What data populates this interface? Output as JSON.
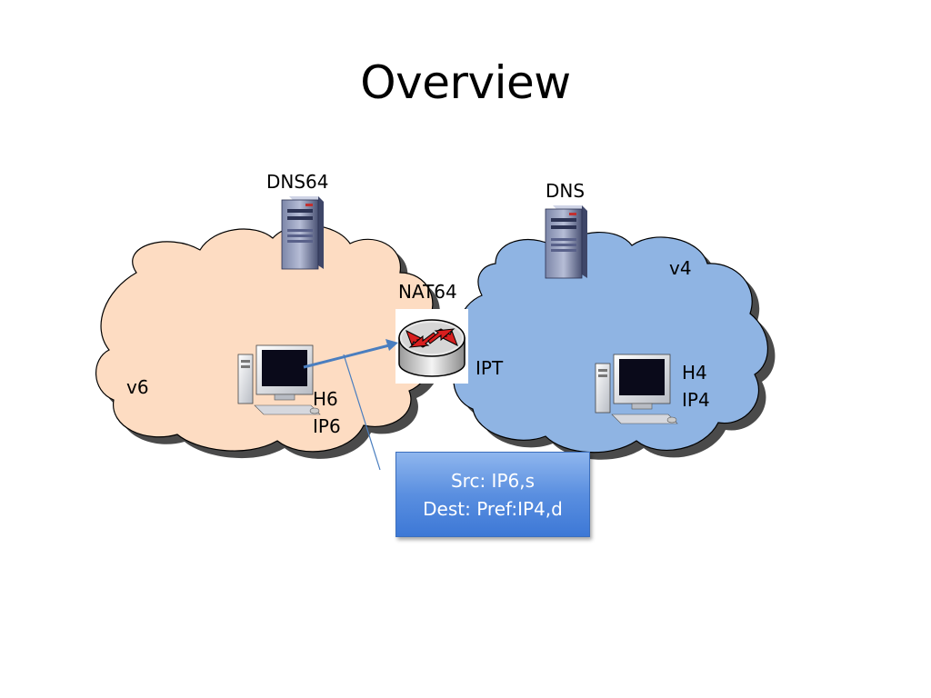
{
  "title": "Overview",
  "labels": {
    "dns64": "DNS64",
    "dns": "DNS",
    "nat64": "NAT64",
    "v4": "v4",
    "v6": "v6",
    "ipt": "IPT",
    "h6": "H6",
    "ip6": "IP6",
    "h4": "H4",
    "ip4": "IP4"
  },
  "callout": {
    "line1": "Src: IP6,s",
    "line2": "Dest: Pref:IP4,d"
  },
  "colors": {
    "v6_cloud": "#fddcc2",
    "v4_cloud": "#8fb4e3",
    "arrow": "#4a7ebf",
    "router_arrows": "#d81f1f"
  },
  "icons": [
    "server-icon",
    "router-icon",
    "desktop-computer-icon"
  ]
}
